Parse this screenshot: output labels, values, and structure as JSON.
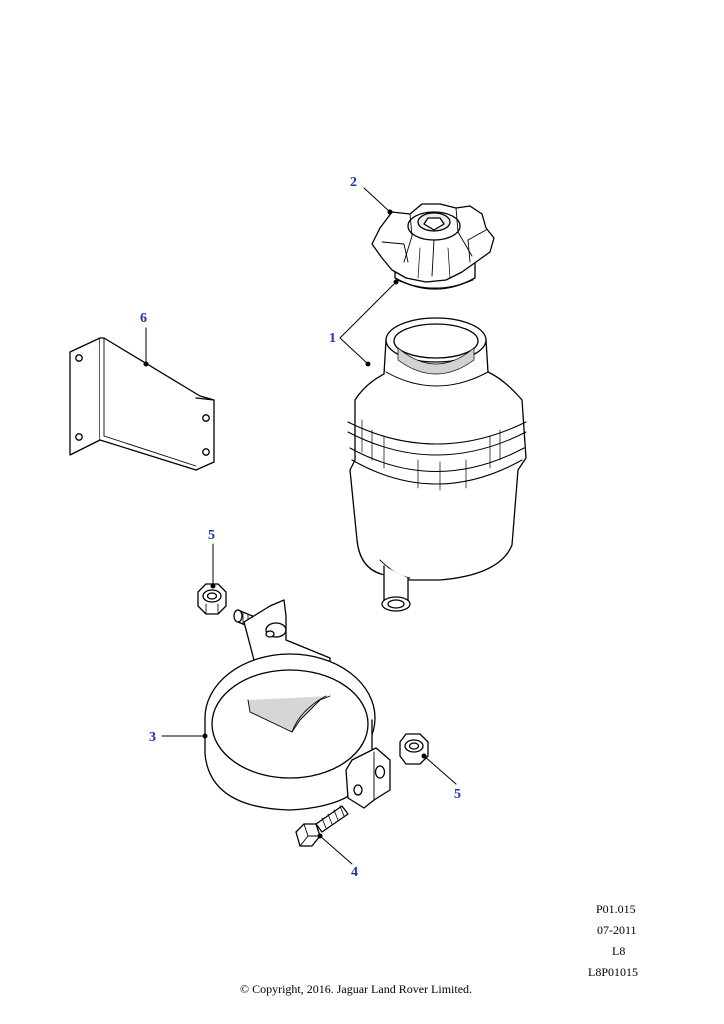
{
  "callouts": {
    "reservoir": "1",
    "cap": "2",
    "clamp": "3",
    "bolt": "4",
    "nut_upper": "5",
    "nut_lower": "5",
    "bracket": "6"
  },
  "info_block": {
    "illustration_code": "P01.015",
    "date": "07-2011",
    "model_code": "L8",
    "image_ref": "L8P01015"
  },
  "copyright": "© Copyright, 2016. Jaguar Land Rover Limited.",
  "colors": {
    "callout_text": "#1a32b4",
    "line_art": "#000000",
    "shading": "#c8c8c8"
  }
}
